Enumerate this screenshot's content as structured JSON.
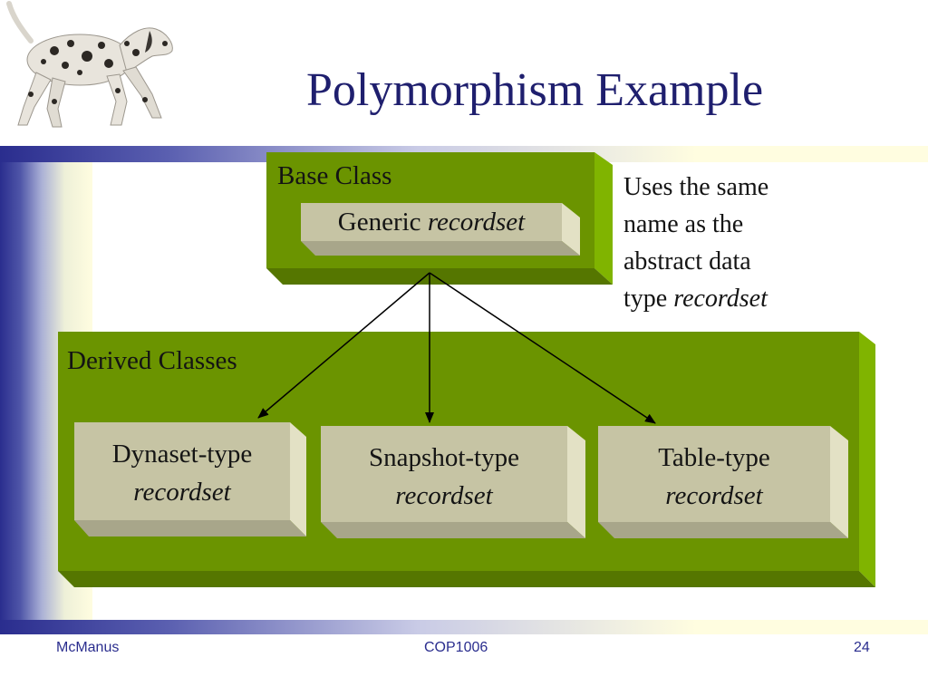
{
  "slide": {
    "title": "Polymorphism Example",
    "logo_icon": "dalmatian-dog"
  },
  "diagram": {
    "base_class": {
      "label": "Base Class",
      "box": {
        "prefix": "Generic",
        "italic": "recordset"
      }
    },
    "derived_classes": {
      "label": "Derived Classes",
      "boxes": [
        {
          "line1": "Dynaset-type",
          "line2": "recordset"
        },
        {
          "line1": "Snapshot-type",
          "line2": "recordset"
        },
        {
          "line1": "Table-type",
          "line2": "recordset"
        }
      ]
    },
    "note": {
      "lines": [
        "Uses the same",
        "name as the",
        "abstract data"
      ],
      "last_prefix": "type",
      "last_italic": "recordset"
    },
    "colors": {
      "green": "#6b9400",
      "beige": "#c6c4a4",
      "title": "#1f1f6e"
    }
  },
  "footer": {
    "left": "McManus",
    "center": "COP1006",
    "right": "24"
  }
}
